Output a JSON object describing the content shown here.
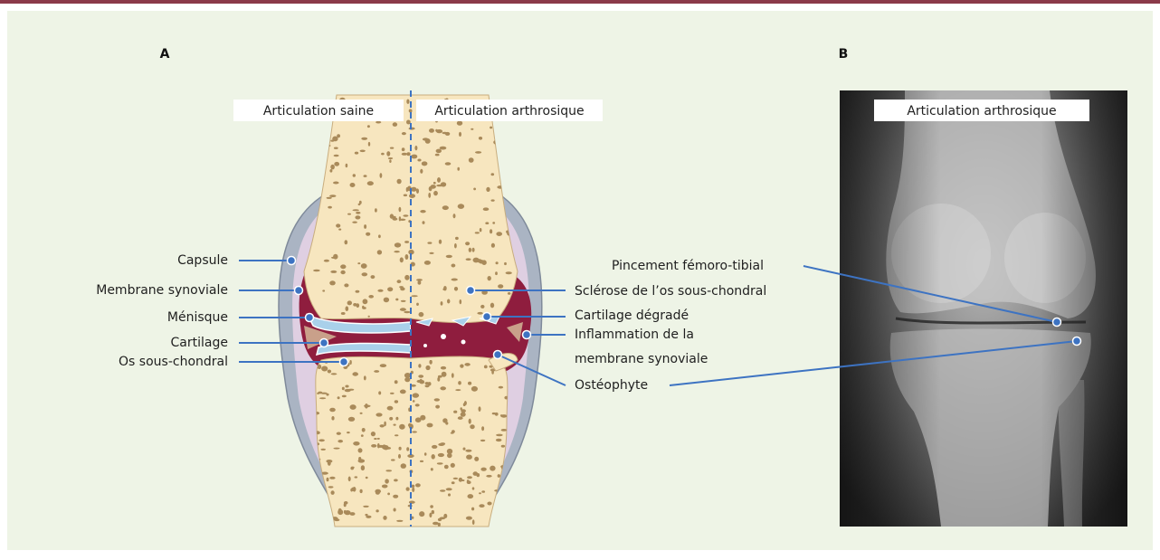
{
  "panels": {
    "a": {
      "letter": "A",
      "header_left": "Articulation saine",
      "header_right": "Articulation arthrosique",
      "labels_left": [
        "Capsule",
        "Membrane synoviale",
        "Ménisque",
        "Cartilage",
        "Os sous-chondral"
      ],
      "labels_right": {
        "sclerose": "Sclérose de l’os sous-chondral",
        "cartilage_degrade": "Cartilage dégradé",
        "inflammation_1": "Inflammation de la",
        "inflammation_2": "membrane synoviale",
        "osteophyte": "Ostéophyte"
      }
    },
    "b": {
      "letter": "B",
      "header": "Articulation arthrosique",
      "label_pincement": "Pincement fémoro-tibial"
    }
  },
  "colors": {
    "frame": "#8b3a4a",
    "background": "#eef4e6",
    "bone": "#f7e6bf",
    "pore": "#a98a5a",
    "synovium": "#8f1d3e",
    "capsule": "#aab4c3",
    "cartilage": "#a9d0ea",
    "leader": "#3d73c2"
  }
}
